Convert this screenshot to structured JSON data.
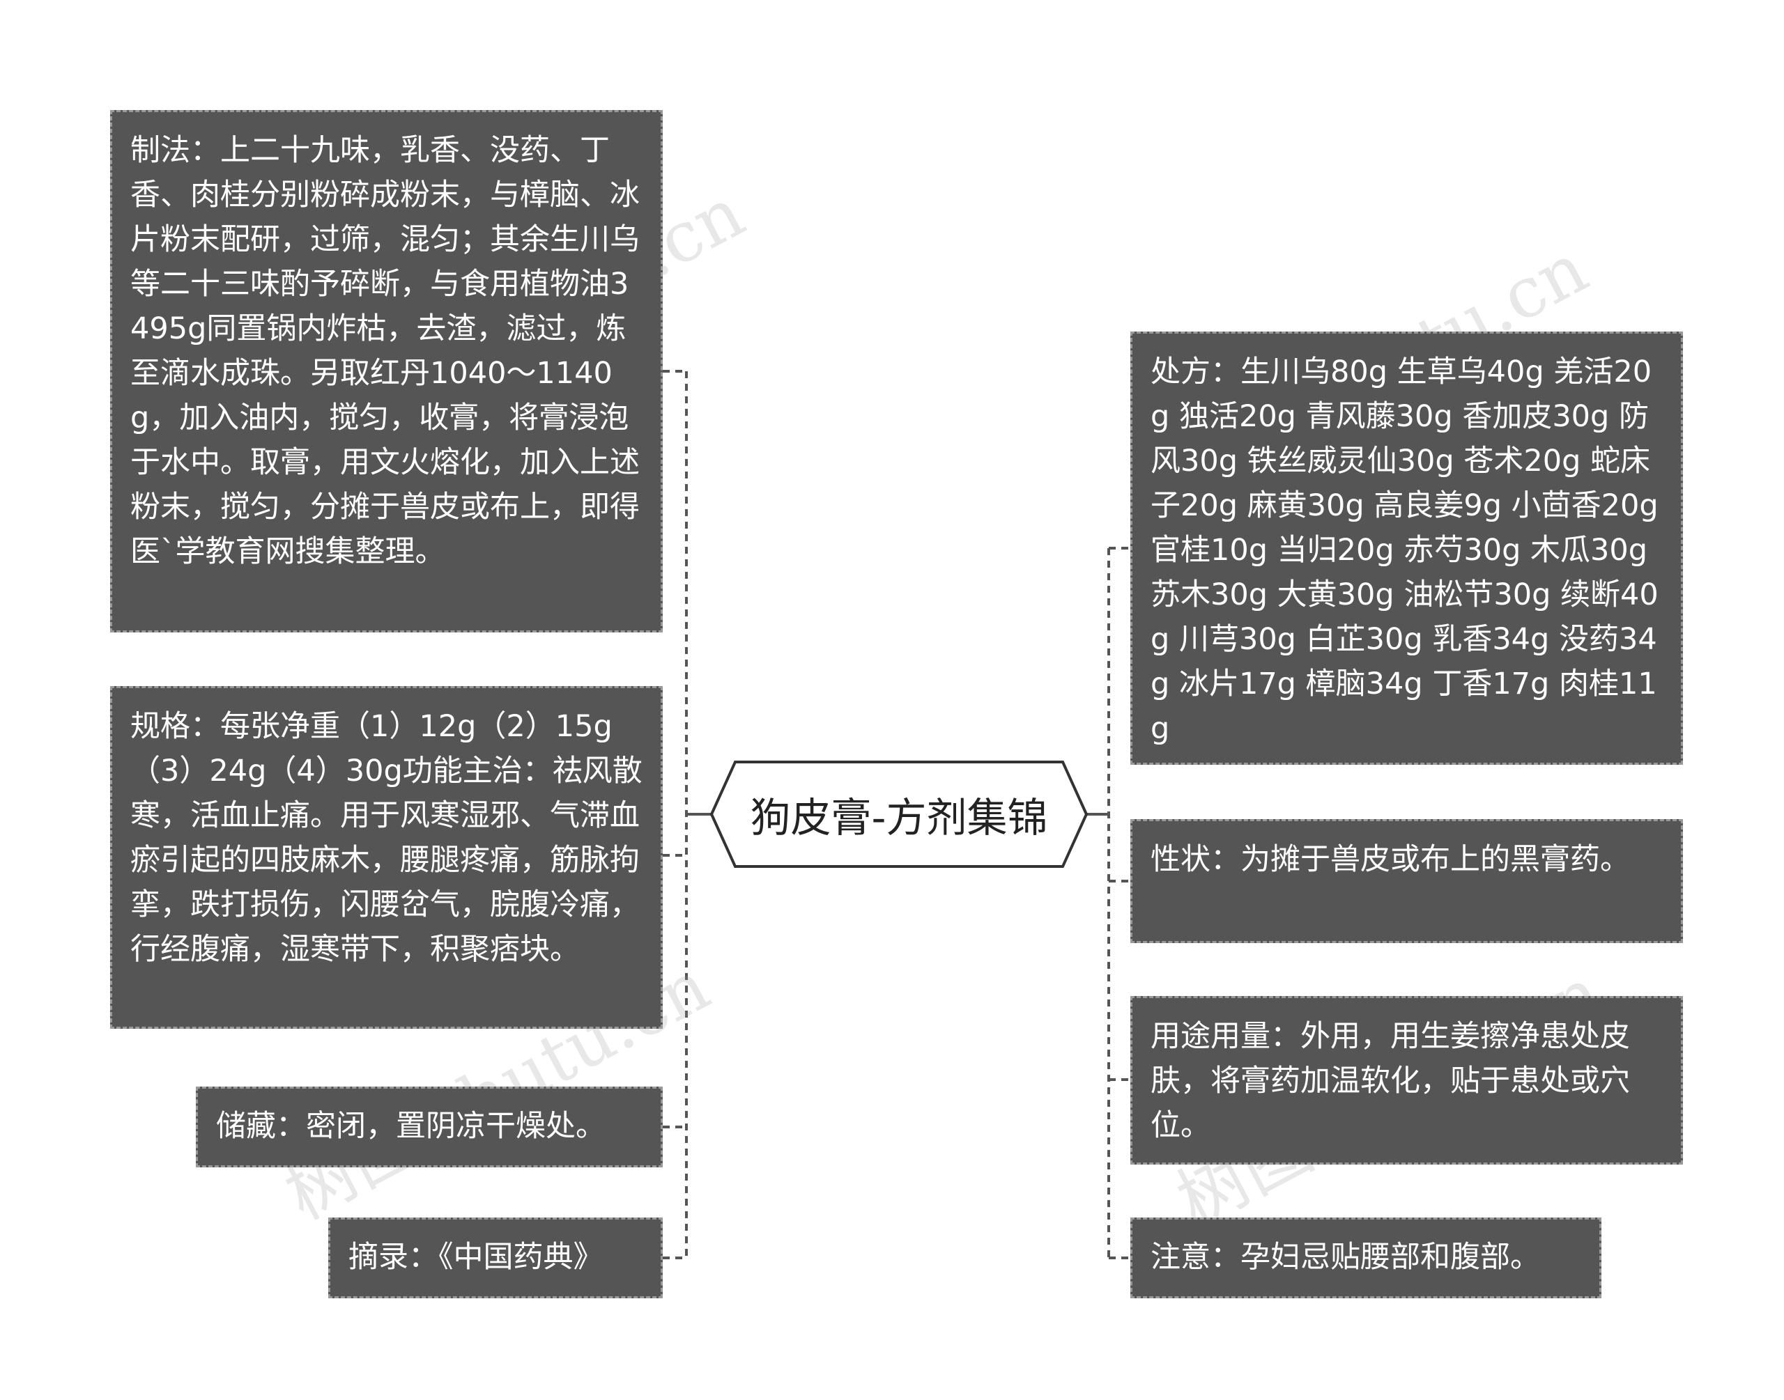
{
  "central_topic": "狗皮膏-方剂集锦",
  "left_branches": [
    {
      "id": "zhifa",
      "text": "制法：上二十九味，乳香、没药、丁香、肉桂分别粉碎成粉末，与樟脑、冰片粉末配研，过筛，混匀；其余生川乌等二十三味酌予碎断，与食用植物油3495g同置锅内炸枯，去渣，滤过，炼至滴水成珠。另取红丹1040～1140g，加入油内，搅匀，收膏，将膏浸泡于水中。取膏，用文火熔化，加入上述粉末，搅匀，分摊于兽皮或布上，即得医`学教育网搜集整理。"
    },
    {
      "id": "guige",
      "text": "规格：每张净重（1）12g（2）15g（3）24g（4）30g功能主治：祛风散寒，活血止痛。用于风寒湿邪、气滞血瘀引起的四肢麻木，腰腿疼痛，筋脉拘挛，跌打损伤，闪腰岔气，脘腹冷痛，行经腹痛，湿寒带下，积聚痞块。"
    },
    {
      "id": "chucang",
      "text": "储藏：密闭，置阴凉干燥处。"
    },
    {
      "id": "zhailu",
      "text": "摘录：《中国药典》"
    }
  ],
  "right_branches": [
    {
      "id": "chufang",
      "text": "处方：生川乌80g 生草乌40g 羌活20g 独活20g 青风藤30g 香加皮30g 防风30g 铁丝威灵仙30g 苍术20g 蛇床子20g 麻黄30g 高良姜9g 小茴香20g 官桂10g 当归20g 赤芍30g 木瓜30g 苏木30g 大黄30g 油松节30g 续断40g 川芎30g 白芷30g 乳香34g 没药34g 冰片17g 樟脑34g 丁香17g 肉桂11g"
    },
    {
      "id": "xingzhuang",
      "text": "性状：为摊于兽皮或布上的黑膏药。"
    },
    {
      "id": "yongtu",
      "text": "用途用量：外用，用生姜擦净患处皮肤，将膏药加温软化，贴于患处或穴位。"
    },
    {
      "id": "zhuyi",
      "text": "注意：孕妇忌贴腰部和腹部。"
    }
  ],
  "colors": {
    "node_fill": "#555555",
    "node_border": "#999999",
    "node_text": "#ffffff",
    "connector": "#555555",
    "center_border": "#333333",
    "center_text": "#222222",
    "background": "#ffffff"
  }
}
